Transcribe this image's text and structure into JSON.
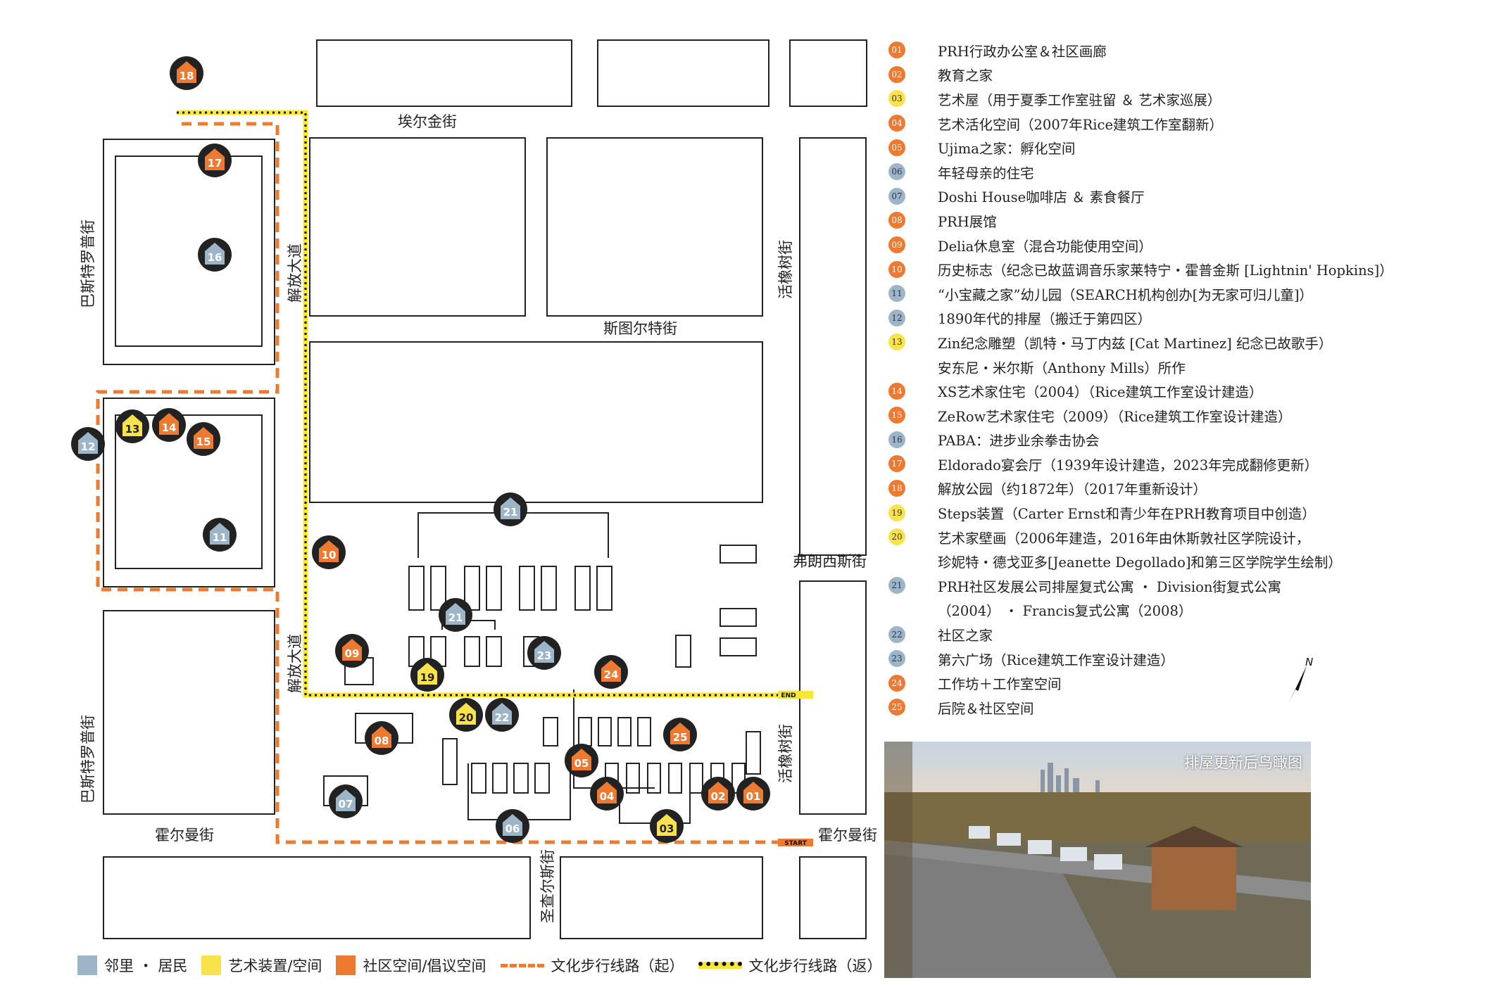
{
  "colors": {
    "orange": "#EE7A32",
    "blue": "#9DB5C9",
    "yellow": "#F9E24B",
    "marker_bg": "#222222",
    "route_orange": "#EE7A32",
    "route_yellow": "#F8E534"
  },
  "streets": {
    "elgin": "埃尔金街",
    "bastrop_n": "巴斯特罗普街",
    "bastrop_s": "巴斯特罗普街",
    "emancipation_n": "解放大道",
    "emancipation_s": "解放大道",
    "live_oak_n": "活橡树街",
    "live_oak_s": "活橡树街",
    "stuart": "斯图尔特街",
    "francis": "弗朗西斯街",
    "holman_w": "霍尔曼街",
    "holman_e": "霍尔曼街",
    "st_charles": "圣查尔斯街"
  },
  "route_labels": {
    "start": "START",
    "end": "END"
  },
  "markers": [
    {
      "id": "18",
      "color": "orange"
    },
    {
      "id": "17",
      "color": "orange"
    },
    {
      "id": "16",
      "color": "blue"
    },
    {
      "id": "12",
      "color": "blue"
    },
    {
      "id": "13",
      "color": "yellow"
    },
    {
      "id": "14",
      "color": "orange"
    },
    {
      "id": "15",
      "color": "orange"
    },
    {
      "id": "11",
      "color": "blue"
    },
    {
      "id": "10",
      "color": "orange"
    },
    {
      "id": "21a",
      "label": "21",
      "color": "blue"
    },
    {
      "id": "21b",
      "label": "21",
      "color": "blue"
    },
    {
      "id": "23",
      "color": "blue"
    },
    {
      "id": "09",
      "color": "orange"
    },
    {
      "id": "19",
      "color": "yellow"
    },
    {
      "id": "24",
      "color": "orange"
    },
    {
      "id": "20",
      "color": "yellow"
    },
    {
      "id": "22",
      "color": "blue"
    },
    {
      "id": "25",
      "color": "orange"
    },
    {
      "id": "08",
      "color": "orange"
    },
    {
      "id": "05",
      "color": "orange"
    },
    {
      "id": "04",
      "color": "orange"
    },
    {
      "id": "02",
      "color": "orange"
    },
    {
      "id": "01",
      "color": "orange"
    },
    {
      "id": "07",
      "color": "blue"
    },
    {
      "id": "06",
      "color": "blue"
    },
    {
      "id": "03",
      "color": "yellow"
    }
  ],
  "legend": [
    {
      "num": "01",
      "color": "orange",
      "text": "PRH行政办公室＆社区画廊"
    },
    {
      "num": "02",
      "color": "orange",
      "text": "教育之家"
    },
    {
      "num": "03",
      "color": "yellow",
      "text": "艺术屋（用于夏季工作室驻留 ＆ 艺术家巡展）"
    },
    {
      "num": "04",
      "color": "orange",
      "text": "艺术活化空间（2007年Rice建筑工作室翻新）"
    },
    {
      "num": "05",
      "color": "orange",
      "text": "Ujima之家：孵化空间"
    },
    {
      "num": "06",
      "color": "blue",
      "text": "年轻母亲的住宅"
    },
    {
      "num": "07",
      "color": "blue",
      "text": "Doshi House咖啡店 ＆ 素食餐厅"
    },
    {
      "num": "08",
      "color": "orange",
      "text": "PRH展馆"
    },
    {
      "num": "09",
      "color": "orange",
      "text": "Delia休息室（混合功能使用空间）"
    },
    {
      "num": "10",
      "color": "orange",
      "text": "历史标志（纪念已故蓝调音乐家莱特宁・霍普金斯 [Lightnin' Hopkins]）"
    },
    {
      "num": "11",
      "color": "blue",
      "text": "“小宝藏之家”幼儿园（SEARCH机构创办[为无家可归儿童]）"
    },
    {
      "num": "12",
      "color": "blue",
      "text": "1890年代的排屋（搬迁于第四区）"
    },
    {
      "num": "13",
      "color": "yellow",
      "text": "Zin纪念雕塑（凯特・马丁内兹 [Cat Martinez] 纪念已故歌手）"
    },
    {
      "num": "",
      "color": "",
      "text": "安东尼・米尔斯（Anthony Mills）所作"
    },
    {
      "num": "14",
      "color": "orange",
      "text": "XS艺术家住宅（2004）（Rice建筑工作室设计建造）"
    },
    {
      "num": "15",
      "color": "orange",
      "text": "ZeRow艺术家住宅（2009）（Rice建筑工作室设计建造）"
    },
    {
      "num": "16",
      "color": "blue",
      "text": "PABA：进步业余拳击协会"
    },
    {
      "num": "17",
      "color": "orange",
      "text": "Eldorado宴会厅（1939年设计建造，2023年完成翻修更新）"
    },
    {
      "num": "18",
      "color": "orange",
      "text": "解放公园（约1872年）（2017年重新设计）"
    },
    {
      "num": "19",
      "color": "yellow",
      "text": "Steps装置（Carter Ernst和青少年在PRH教育项目中创造）"
    },
    {
      "num": "20",
      "color": "yellow",
      "text": "艺术家壁画（2006年建造，2016年由休斯敦社区学院设计，"
    },
    {
      "num": "",
      "color": "",
      "text": "珍妮特・德戈亚多[Jeanette Degollado]和第三区学院学生绘制）"
    },
    {
      "num": "21",
      "color": "blue",
      "text": "PRH社区发展公司排屋复式公寓 ・ Division街复式公寓"
    },
    {
      "num": "",
      "color": "",
      "text": "（2004） ・ Francis复式公寓（2008）"
    },
    {
      "num": "22",
      "color": "blue",
      "text": "社区之家"
    },
    {
      "num": "23",
      "color": "blue",
      "text": "第六广场（Rice建筑工作室设计建造）"
    },
    {
      "num": "24",
      "color": "orange",
      "text": "工作坊＋工作室空间"
    },
    {
      "num": "25",
      "color": "orange",
      "text": "后院＆社区空间"
    }
  ],
  "north_label": "N",
  "photo_caption": "排屋更新后鸟瞰图",
  "bottom_legend": {
    "neighborhood": "邻里 ・ 居民",
    "art": "艺术装置/空间",
    "community": "社区空间/倡议空间",
    "route_out": "文化步行线路（起）",
    "route_back": "文化步行线路（返）"
  }
}
